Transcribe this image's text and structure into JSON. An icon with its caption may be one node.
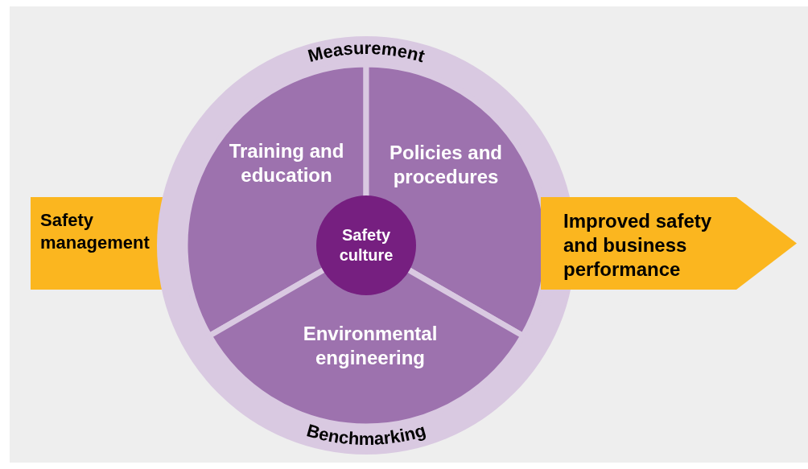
{
  "diagram": {
    "nodes": [
      {
        "text": [
          "Safety management"
        ]
      },
      {
        "text": [
          "Measurement",
          "Benchmarking"
        ]
      },
      {
        "text": [
          "Training and education"
        ],
        "in": 1
      },
      {
        "text": [
          "Policies and procedures"
        ],
        "in": 1
      },
      {
        "text": [
          "Safety culture"
        ],
        "in": 1
      },
      {
        "text": [
          "Environmental engineering"
        ],
        "in": 1
      },
      {
        "text": [
          "Improved safety and business performance"
        ]
      }
    ]
  }
}
